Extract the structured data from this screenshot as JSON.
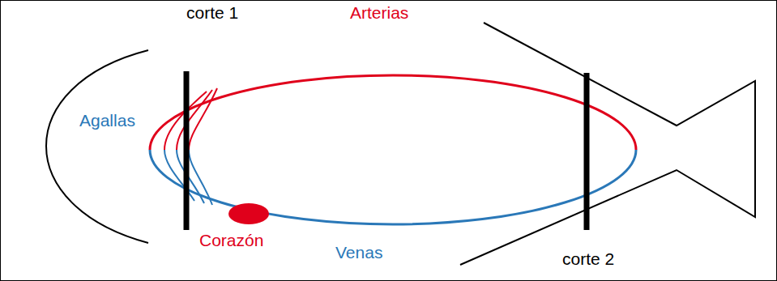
{
  "diagram": {
    "labels": [
      "corte 1",
      "Arterias",
      "Agallas",
      "Corazón",
      "Venas",
      "corte 2"
    ]
  }
}
